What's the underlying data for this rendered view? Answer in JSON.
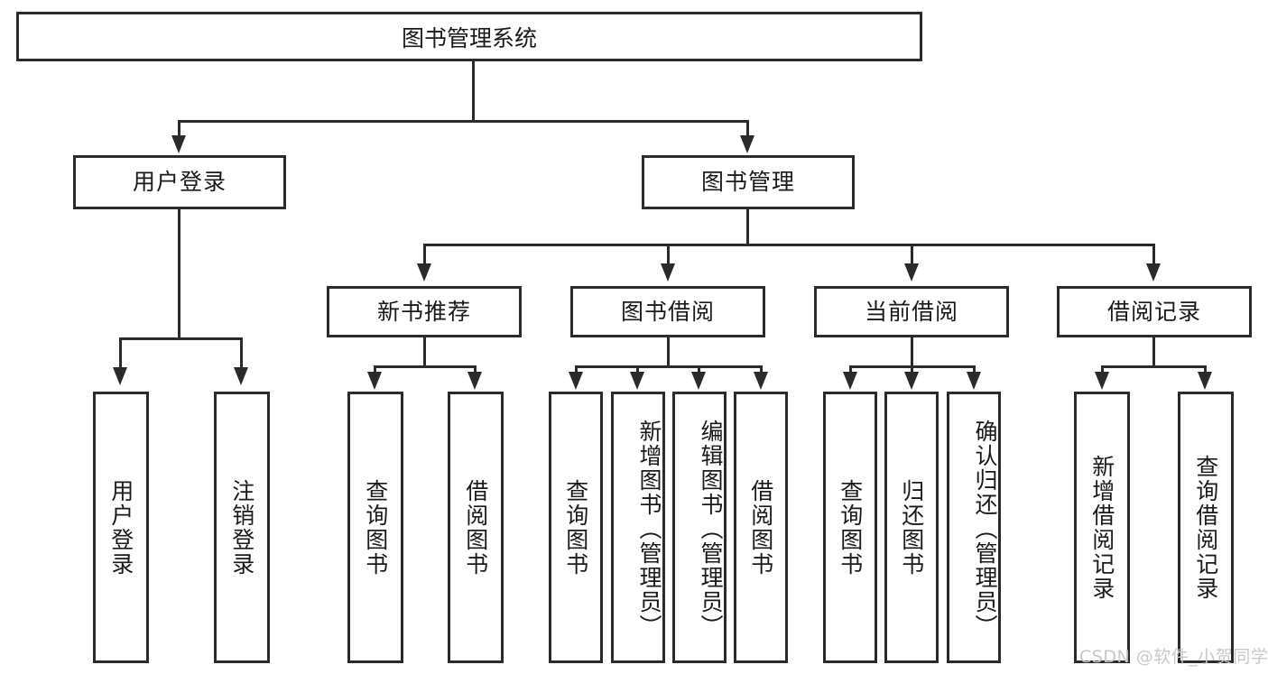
{
  "diagram": {
    "type": "tree-hierarchy",
    "title": "图书管理系统",
    "levels": 4,
    "root": {
      "id": "root",
      "label": "图书管理系统",
      "orientation": "horizontal"
    },
    "level2": [
      {
        "id": "user-login",
        "label": "用户登录",
        "orientation": "horizontal"
      },
      {
        "id": "book-management",
        "label": "图书管理",
        "orientation": "horizontal"
      }
    ],
    "level3": [
      {
        "id": "new-book-recommend",
        "label": "新书推荐",
        "parent": "book-management",
        "orientation": "horizontal"
      },
      {
        "id": "book-borrow",
        "label": "图书借阅",
        "parent": "book-management",
        "orientation": "horizontal"
      },
      {
        "id": "current-borrow",
        "label": "当前借阅",
        "parent": "book-management",
        "orientation": "horizontal"
      },
      {
        "id": "borrow-record",
        "label": "借阅记录",
        "parent": "book-management",
        "orientation": "horizontal"
      }
    ],
    "leaves": [
      {
        "id": "leaf-user-login",
        "label": "用户登录",
        "parent": "user-login",
        "orientation": "vertical"
      },
      {
        "id": "leaf-user-logout",
        "label": "注销登录",
        "parent": "user-login",
        "orientation": "vertical"
      },
      {
        "id": "leaf-query-book-1",
        "label": "查询图书",
        "parent": "new-book-recommend",
        "orientation": "vertical"
      },
      {
        "id": "leaf-borrow-book-1",
        "label": "借阅图书",
        "parent": "new-book-recommend",
        "orientation": "vertical"
      },
      {
        "id": "leaf-query-book-2",
        "label": "查询图书",
        "parent": "book-borrow",
        "orientation": "vertical"
      },
      {
        "id": "leaf-add-book",
        "label": "新增图书（管理员）",
        "parent": "book-borrow",
        "orientation": "vertical"
      },
      {
        "id": "leaf-edit-book",
        "label": "编辑图书（管理员）",
        "parent": "book-borrow",
        "orientation": "vertical"
      },
      {
        "id": "leaf-borrow-book-2",
        "label": "借阅图书",
        "parent": "book-borrow",
        "orientation": "vertical"
      },
      {
        "id": "leaf-query-book-3",
        "label": "查询图书",
        "parent": "current-borrow",
        "orientation": "vertical"
      },
      {
        "id": "leaf-return-book",
        "label": "归还图书",
        "parent": "current-borrow",
        "orientation": "vertical"
      },
      {
        "id": "leaf-confirm-return",
        "label": "确认归还（管理员）",
        "parent": "current-borrow",
        "orientation": "vertical"
      },
      {
        "id": "leaf-add-record",
        "label": "新增借阅记录",
        "parent": "borrow-record",
        "orientation": "vertical"
      },
      {
        "id": "leaf-query-record",
        "label": "查询借阅记录",
        "parent": "borrow-record",
        "orientation": "vertical"
      }
    ],
    "colors": {
      "stroke": "#2b2b2b",
      "fill": "#ffffff",
      "text": "#1a1a1a",
      "watermark": "#c9c9c9"
    }
  },
  "watermark": {
    "text": "CSDN @软件_小贺同学"
  }
}
